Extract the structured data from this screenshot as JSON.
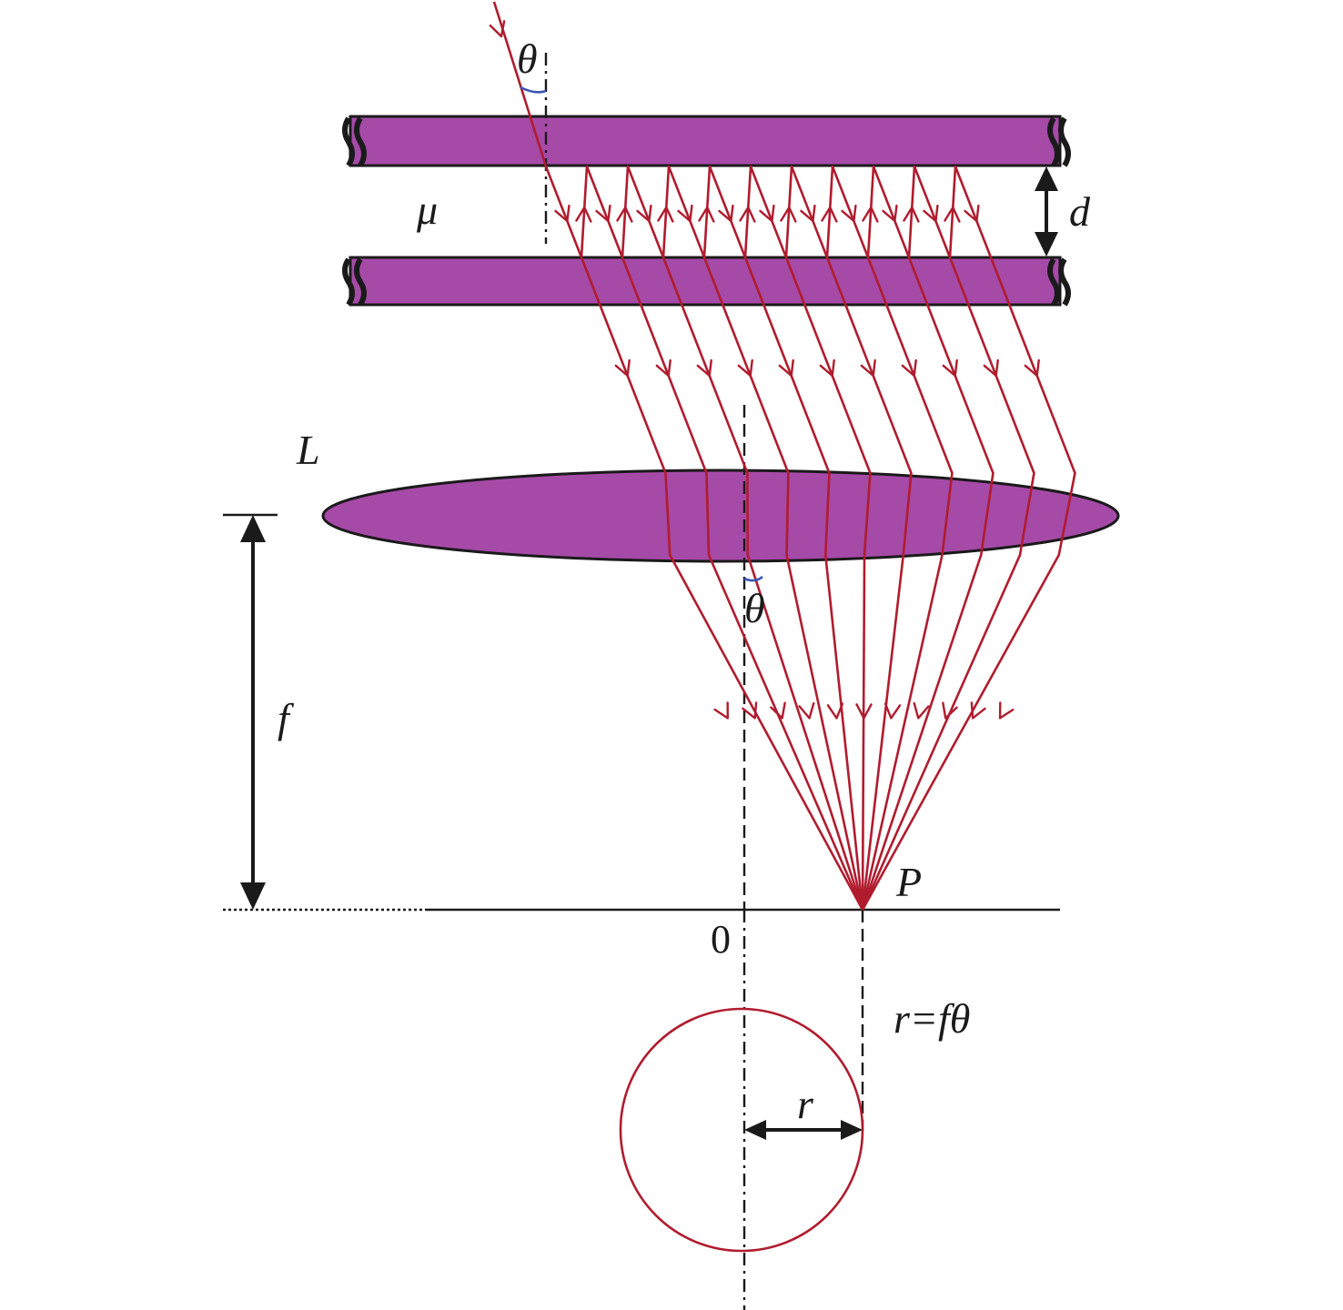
{
  "labels": {
    "theta_top": "θ",
    "mu": "μ",
    "d": "d",
    "L": "L",
    "theta_lens": "θ",
    "f": "f",
    "P": "P",
    "origin": "0",
    "relation": "r=fθ",
    "r": "r"
  },
  "rays": {
    "count": 11
  },
  "colors": {
    "plate_fill": "#a64aa8",
    "ray": "#b01c2e",
    "angle_arc": "#3b55b3",
    "ink": "#1a1a1a"
  }
}
